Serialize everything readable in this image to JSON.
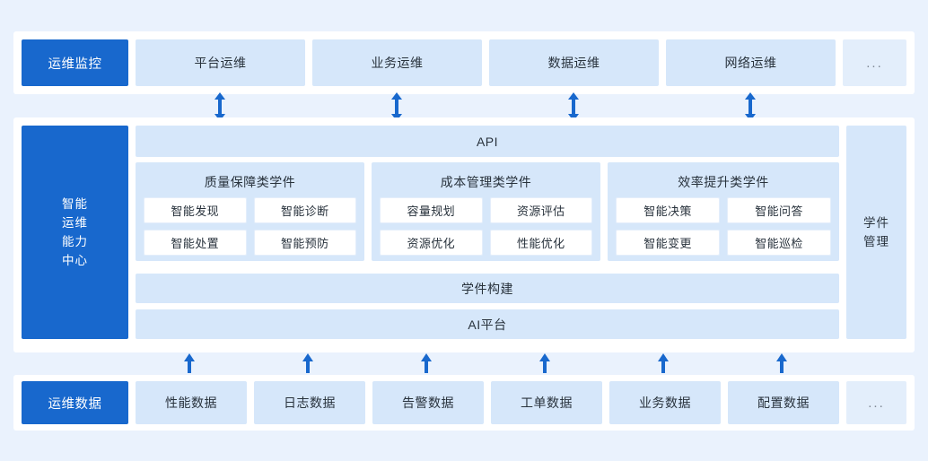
{
  "theme": {
    "page_background": "#eaf2fd",
    "panel_background": "#ffffff",
    "primary": "#1868cd",
    "light_blue": "#d6e7fa",
    "card_white": "#ffffff",
    "text_dark": "#28323c",
    "text_muted": "#7f8894",
    "arrow_color": "#1868cd"
  },
  "monitoring_layer": {
    "label": "运维监控",
    "items": [
      {
        "label": "平台运维"
      },
      {
        "label": "业务运维"
      },
      {
        "label": "数据运维"
      },
      {
        "label": "网络运维"
      }
    ],
    "overflow": "..."
  },
  "center": {
    "title": "智能\n运维\n能力\n中心",
    "title_lines": [
      "智能",
      "运维",
      "能力",
      "中心"
    ],
    "api_bar": "API",
    "groups": [
      {
        "title": "质量保障类学件",
        "items": [
          "智能发现",
          "智能诊断",
          "智能处置",
          "智能预防"
        ]
      },
      {
        "title": "成本管理类学件",
        "items": [
          "容量规划",
          "资源评估",
          "资源优化",
          "性能优化"
        ]
      },
      {
        "title": "效率提升类学件",
        "items": [
          "智能决策",
          "智能问答",
          "智能变更",
          "智能巡检"
        ]
      }
    ],
    "build_bar": "学件构建",
    "platform_bar": "AI平台",
    "side_column_lines": [
      "学件",
      "管理"
    ]
  },
  "data_layer": {
    "label": "运维数据",
    "items": [
      {
        "label": "性能数据"
      },
      {
        "label": "日志数据"
      },
      {
        "label": "告警数据"
      },
      {
        "label": "工单数据"
      },
      {
        "label": "业务数据"
      },
      {
        "label": "配置数据"
      }
    ],
    "overflow": "..."
  },
  "connectors": {
    "top_bidirectional_count": 4,
    "bottom_up_count": 6,
    "top_icon": "double-arrow-vertical-icon",
    "bottom_icon": "arrow-up-icon"
  }
}
